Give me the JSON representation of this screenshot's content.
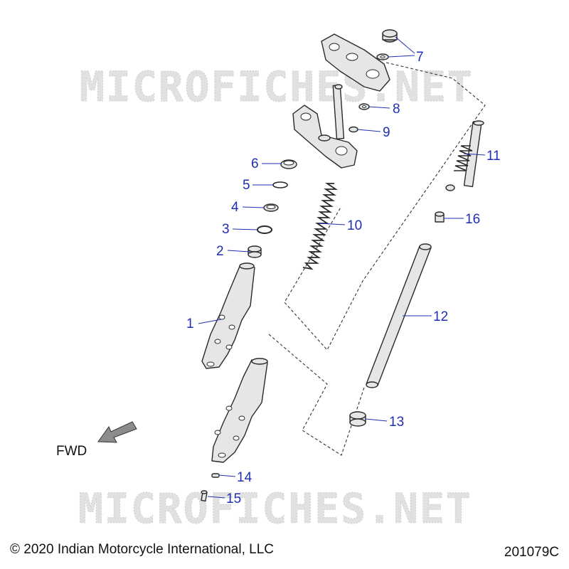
{
  "watermark": {
    "text": "MICROFICHES.NET"
  },
  "callouts": [
    {
      "id": "1",
      "label": "1"
    },
    {
      "id": "2",
      "label": "2"
    },
    {
      "id": "3",
      "label": "3"
    },
    {
      "id": "4",
      "label": "4"
    },
    {
      "id": "5",
      "label": "5"
    },
    {
      "id": "6",
      "label": "6"
    },
    {
      "id": "7",
      "label": "7"
    },
    {
      "id": "8",
      "label": "8"
    },
    {
      "id": "9",
      "label": "9"
    },
    {
      "id": "10",
      "label": "10"
    },
    {
      "id": "11",
      "label": "11"
    },
    {
      "id": "12",
      "label": "12"
    },
    {
      "id": "13",
      "label": "13"
    },
    {
      "id": "14",
      "label": "14"
    },
    {
      "id": "15",
      "label": "15"
    },
    {
      "id": "16",
      "label": "16"
    }
  ],
  "direction": {
    "label": "FWD"
  },
  "footer": {
    "copyright": "© 2020 Indian Motorcycle International, LLC",
    "drawing_number": "201079C"
  },
  "colors": {
    "callout": "#1f2fb4",
    "line": "#2a2a2a",
    "watermark": "#e1e1e1"
  }
}
